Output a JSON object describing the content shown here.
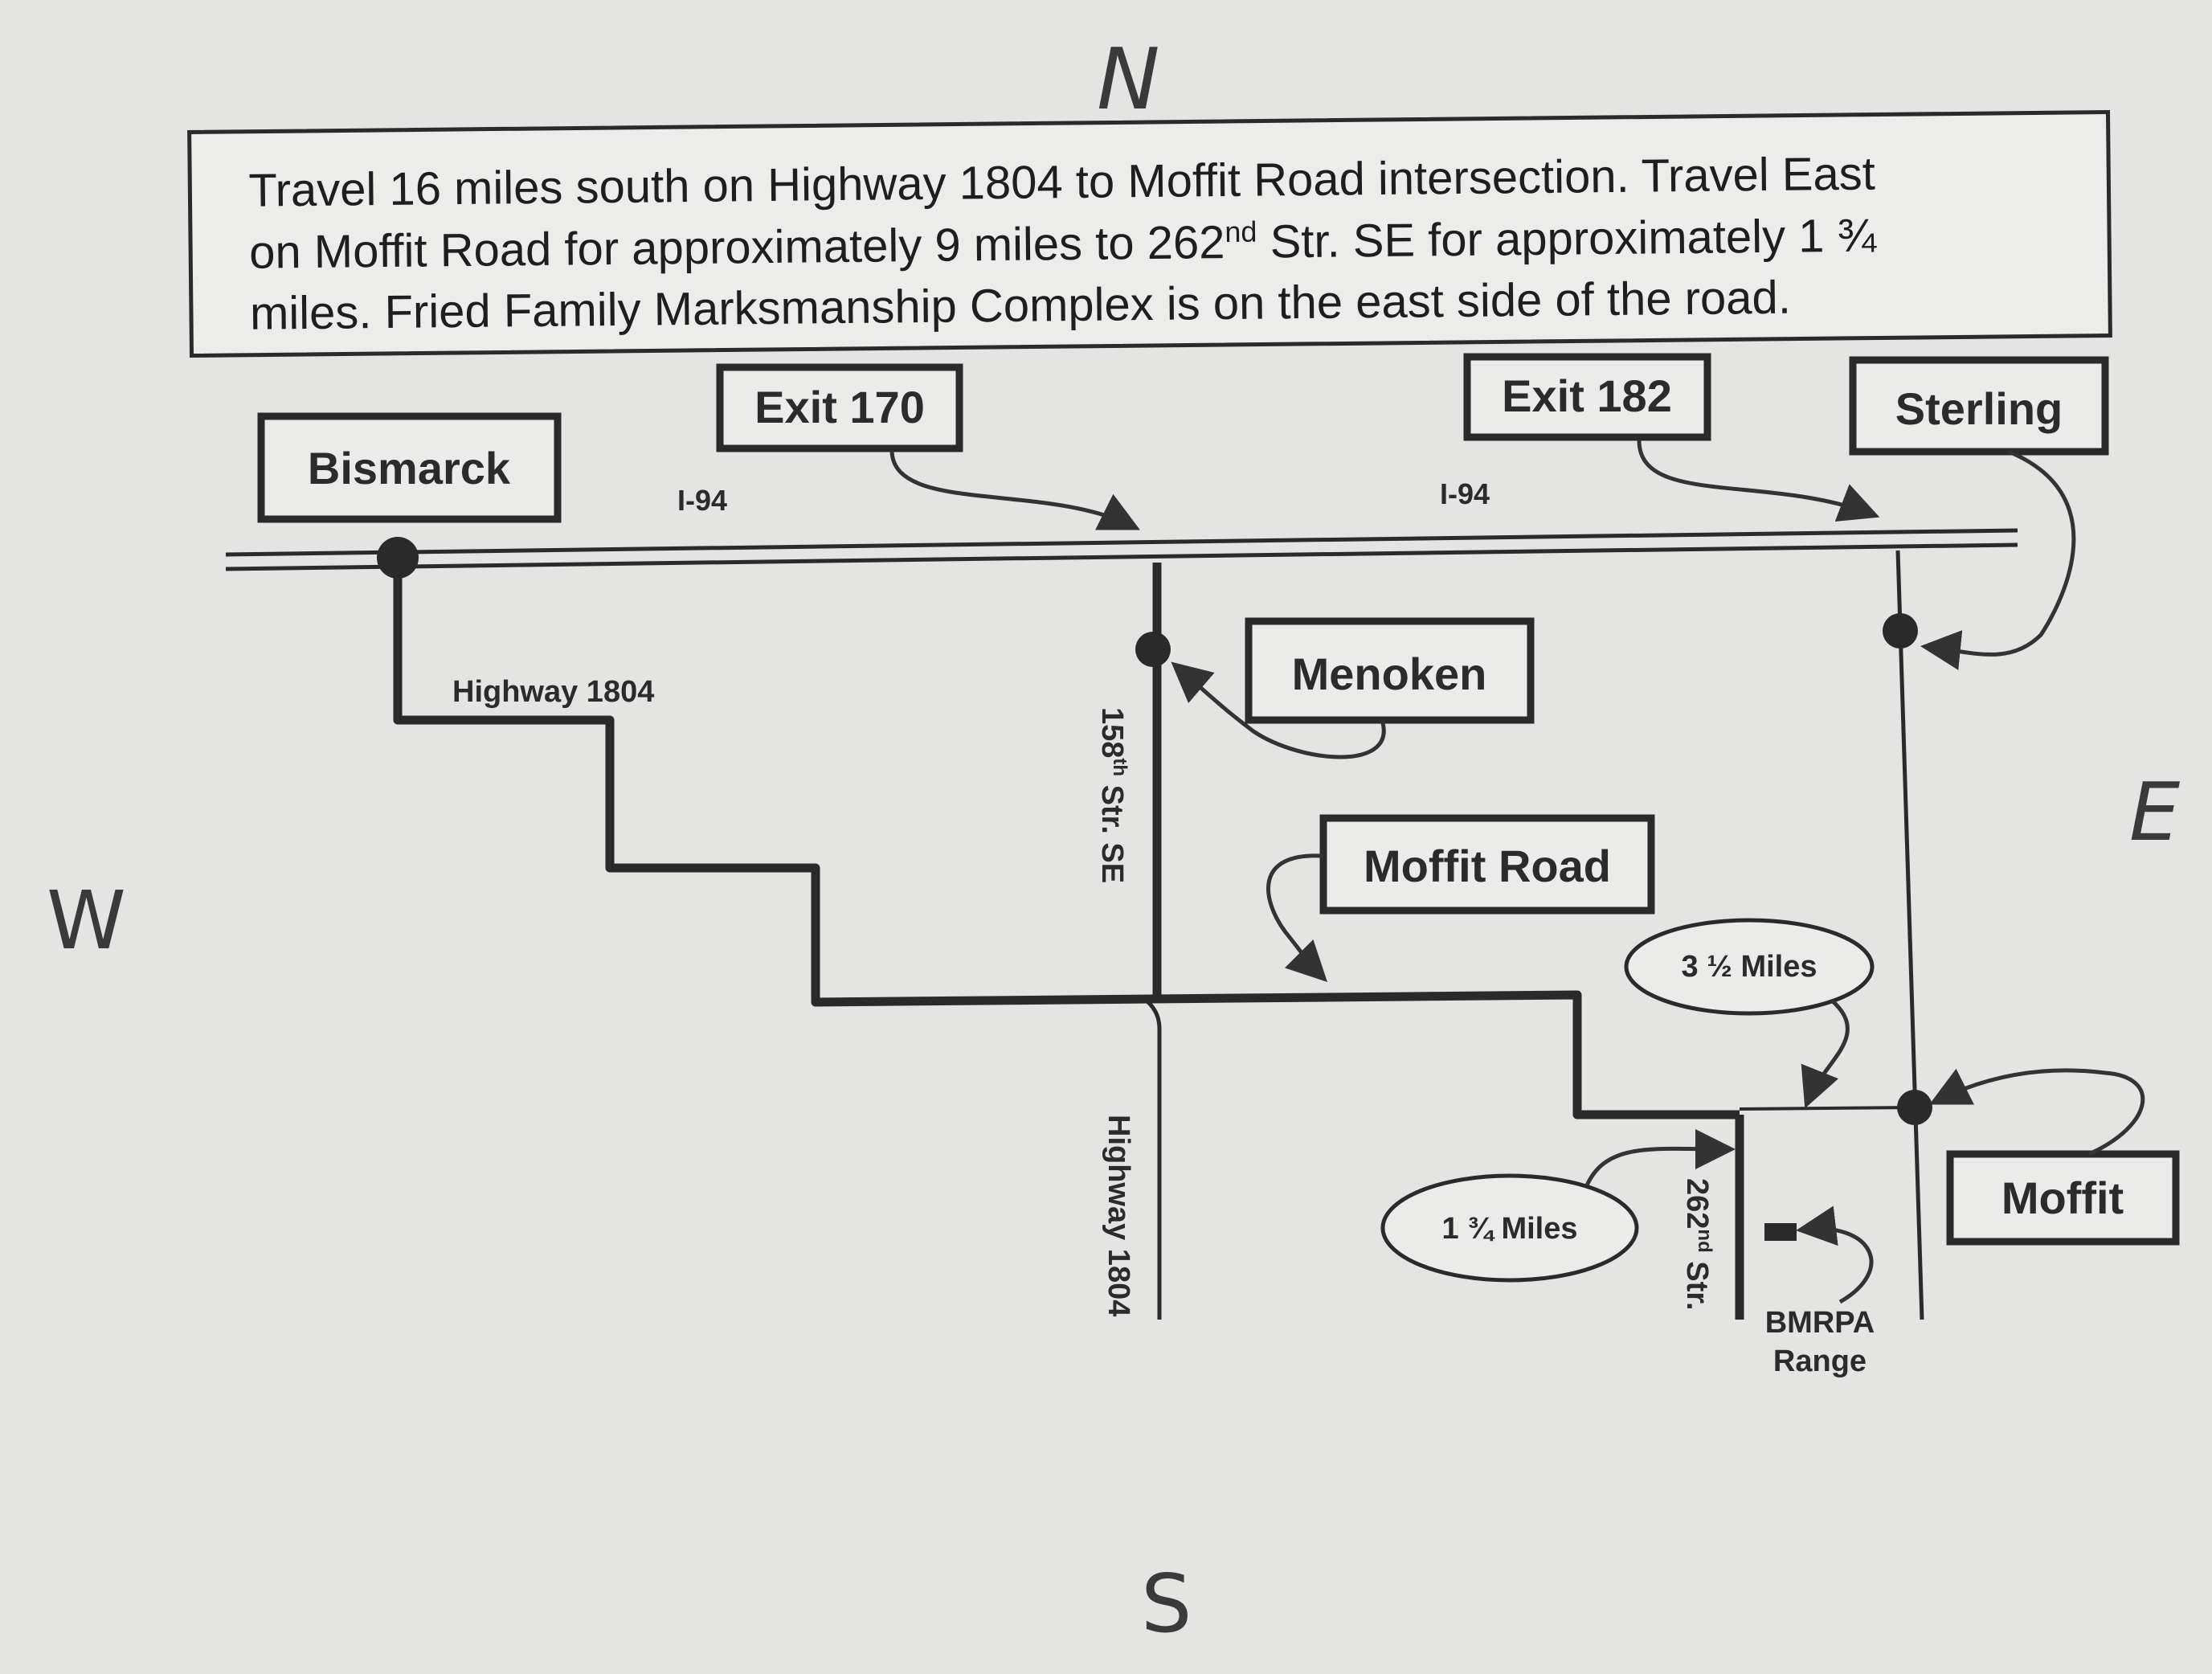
{
  "compass": {
    "north": "N",
    "south": "S",
    "east": "E",
    "west": "W"
  },
  "directions": {
    "line1": "Travel 16 miles south on Highway 1804 to Moffit Road intersection.  Travel East",
    "line2a": "on Moffit Road for approximately 9 miles to 262",
    "line2sup": "nd",
    "line2b": " Str. SE for approximately 1 ¾",
    "line3": "miles.  Fried Family Marksmanship Complex is on the east side of the road."
  },
  "places": {
    "bismarck": "Bismarck",
    "exit170": "Exit 170",
    "exit182": "Exit 182",
    "sterling": "Sterling",
    "menoken": "Menoken",
    "moffit_road": "Moffit Road",
    "moffit": "Moffit",
    "range_line1": "BMRPA",
    "range_line2": "Range"
  },
  "roads": {
    "i94_west": "I-94",
    "i94_east": "I-94",
    "highway1804_west": "Highway 1804",
    "str158": "158",
    "str158_sup": "th",
    "str158_rest": " Str. SE",
    "highway1804_south": "Highway 1804",
    "str262": "262",
    "str262_sup": "nd",
    "str262_rest": " Str."
  },
  "distances": {
    "three_half": "3 ½  Miles",
    "one_three_quarter": "1 ¾  Miles"
  }
}
